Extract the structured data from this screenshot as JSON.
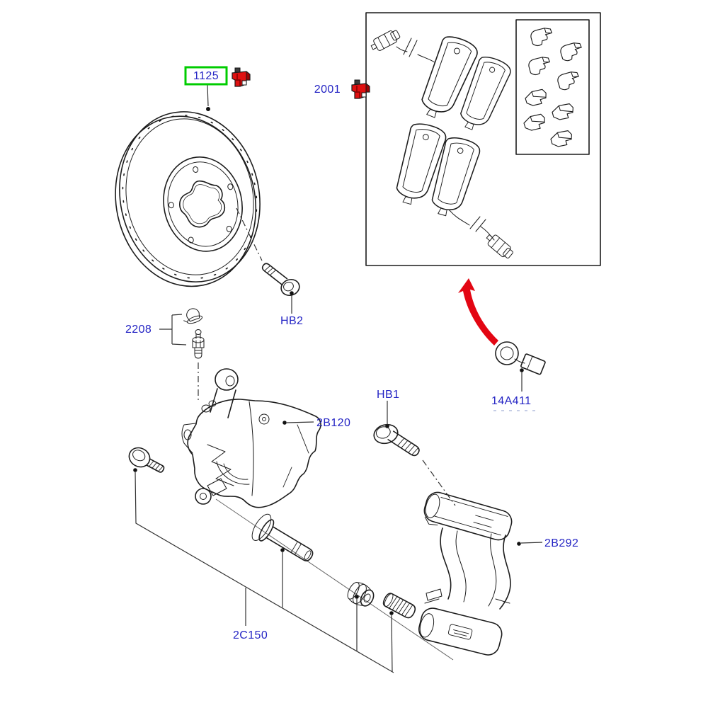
{
  "colors": {
    "background": "#ffffff",
    "line": "#1c1c1c",
    "label_blue": "#2424c4",
    "highlight_green": "#00cc00",
    "icon_red": "#e01010",
    "icon_red_dark": "#9c0404",
    "arrow_red": "#e30613",
    "underline_dash": "#b4bede"
  },
  "labels": {
    "disc": "1125",
    "pad_kit": "2001",
    "bleed_screw_kit": "2208",
    "bolt_hb2": "HB2",
    "caliper": "2B120",
    "bolt_hb1": "HB1",
    "wear_sensor": "14A411",
    "carrier": "2B292",
    "guide_pin_kit": "2C150"
  },
  "highlight": {
    "selected_part": "1125"
  },
  "icons": {
    "part_thumbnail": "part-thumbnail-icon",
    "direction_arrow": "red-curved-arrow"
  }
}
